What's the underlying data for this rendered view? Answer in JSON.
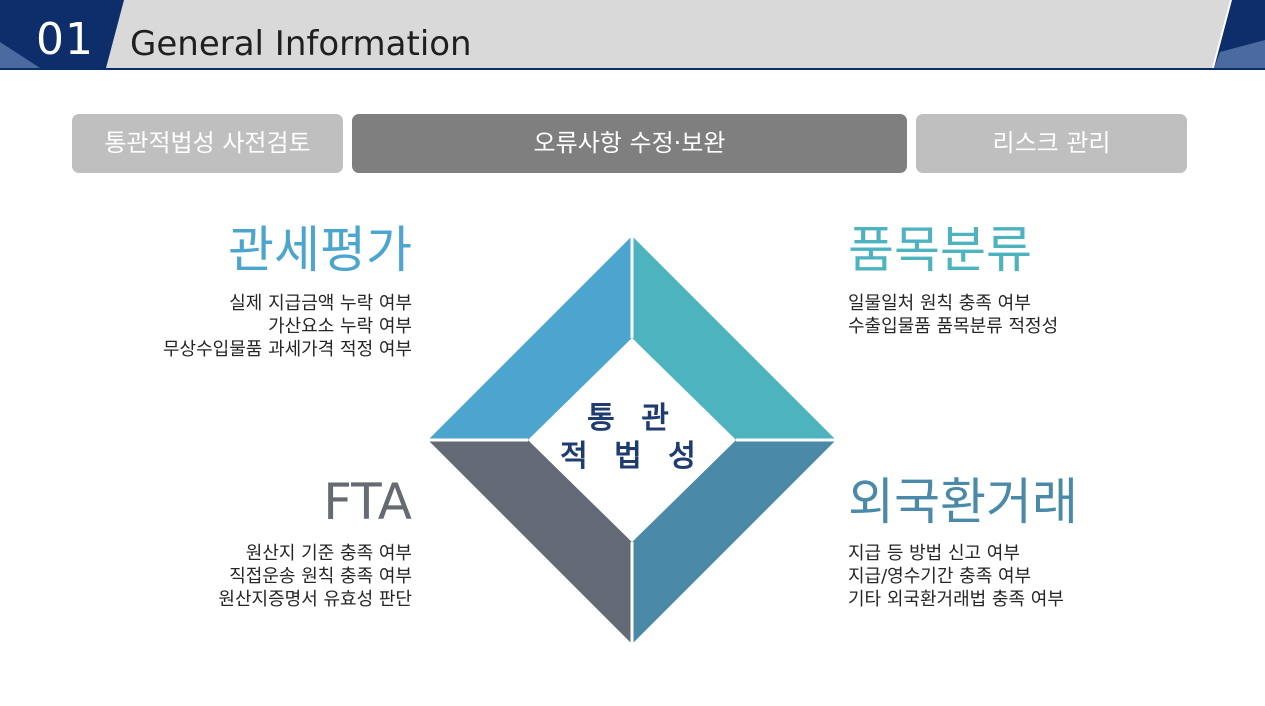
{
  "header": {
    "section_number": "01",
    "title": "General Information"
  },
  "tabs": [
    {
      "label": "통관적법성 사전검토"
    },
    {
      "label": "오류사항 수정·보완"
    },
    {
      "label": "리스크 관리"
    }
  ],
  "center": {
    "line1": "통 관",
    "line2": "적 법 성"
  },
  "quadrants": {
    "top_left": {
      "title": "관세평가",
      "items": [
        "실제 지급금액 누락 여부",
        "가산요소 누락 여부",
        "무상수입물품 과세가격 적정 여부"
      ]
    },
    "top_right": {
      "title": "품목분류",
      "items": [
        "일물일처 원칙 충족 여부",
        "수출입물품 품목분류 적정성"
      ]
    },
    "bottom_left": {
      "title": "FTA",
      "items": [
        "원산지 기준 충족 여부",
        "직접운송 원칙 충족 여부",
        "원산지증명서 유효성 판단"
      ]
    },
    "bottom_right": {
      "title": "외국환거래",
      "items": [
        "지급 등 방법 신고 여부",
        "지급/영수기간 충족 여부",
        "기타 외국환거래법 충족 여부"
      ]
    }
  },
  "colors": {
    "navy": "#0d2d6b",
    "header_gray": "#d9d9d9",
    "top_left": "#4ba5cf",
    "top_right": "#4cb3bf",
    "bottom_left": "#636a75",
    "bottom_right": "#4a8aa8"
  }
}
